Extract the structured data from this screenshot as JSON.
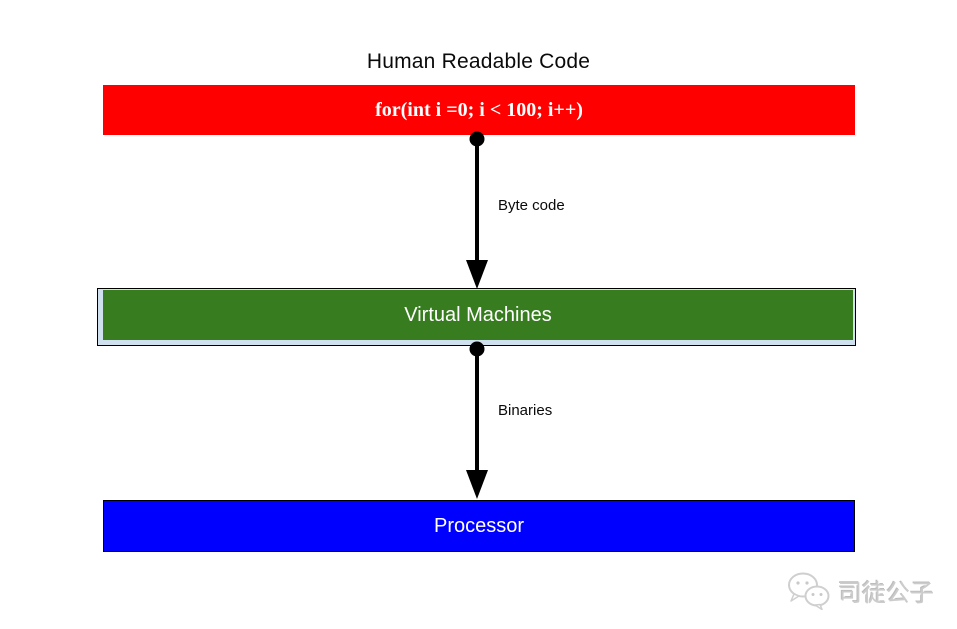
{
  "title": "Human Readable Code",
  "diagram": {
    "top_box": {
      "label": "for(int i =0; i < 100; i++)",
      "color": "#ff0000"
    },
    "middle_box": {
      "label": "Virtual Machines",
      "color": "#377d1f",
      "shadow_fill": "#cfe0ee"
    },
    "bottom_box": {
      "label": "Processor",
      "color": "#0000ff"
    },
    "arrow_top": {
      "label": "Byte code"
    },
    "arrow_bottom": {
      "label": "Binaries"
    },
    "arrow_color": "#000000",
    "box_text_color": "#ffffff"
  },
  "watermark": {
    "text": "司徒公子",
    "icon": "wechat-logo",
    "color": "#cccccc"
  }
}
